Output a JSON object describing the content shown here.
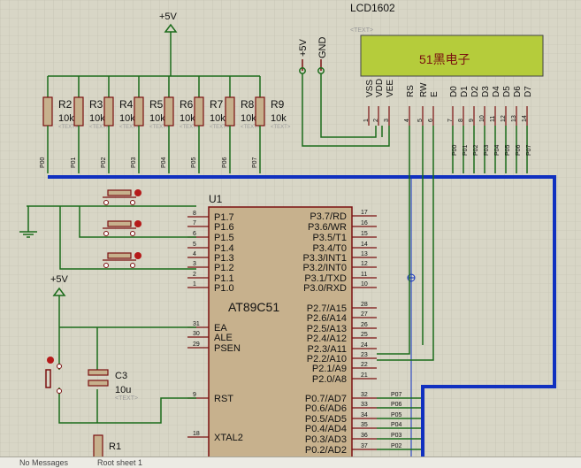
{
  "lcd": {
    "name": "LCD1602",
    "text_placeholder": "<TEXT>",
    "display_text": "51黑电子",
    "pins": [
      "VSS",
      "VDD",
      "VEE",
      "RS",
      "RW",
      "E",
      "D0",
      "D1",
      "D2",
      "D3",
      "D4",
      "D5",
      "D6",
      "D7"
    ],
    "pin_numbers": [
      "1",
      "2",
      "3",
      "4",
      "5",
      "6",
      "7",
      "8",
      "9",
      "10",
      "11",
      "12",
      "13",
      "14"
    ]
  },
  "power": {
    "vcc_label": "+5V",
    "gnd_label": "GND",
    "vcc_reset_label": "+5V"
  },
  "resistors": {
    "names": [
      "R2",
      "R3",
      "R4",
      "R5",
      "R6",
      "R7",
      "R8",
      "R9"
    ],
    "values": [
      "10k",
      "10k",
      "10k",
      "10k",
      "10k",
      "10k",
      "10k",
      "10k"
    ],
    "nets": [
      "P00",
      "P01",
      "P02",
      "P03",
      "P04",
      "P05",
      "P06",
      "P07"
    ],
    "text_placeholder": "<TEXT>"
  },
  "lcd_nets": [
    "P00",
    "P01",
    "P02",
    "P03",
    "P04",
    "P05",
    "P06",
    "P07"
  ],
  "mcu": {
    "ref": "U1",
    "part": "AT89C51",
    "left_pins": [
      {
        "num": "8",
        "name": "P1.7"
      },
      {
        "num": "7",
        "name": "P1.6"
      },
      {
        "num": "6",
        "name": "P1.5"
      },
      {
        "num": "5",
        "name": "P1.4"
      },
      {
        "num": "4",
        "name": "P1.3"
      },
      {
        "num": "3",
        "name": "P1.2"
      },
      {
        "num": "2",
        "name": "P1.1"
      },
      {
        "num": "1",
        "name": "P1.0"
      },
      {
        "num": "31",
        "name": "EA"
      },
      {
        "num": "30",
        "name": "ALE"
      },
      {
        "num": "29",
        "name": "PSEN"
      },
      {
        "num": "9",
        "name": "RST"
      },
      {
        "num": "18",
        "name": "XTAL2"
      }
    ],
    "right_pins": [
      {
        "num": "17",
        "name": "P3.7/RD"
      },
      {
        "num": "16",
        "name": "P3.6/WR"
      },
      {
        "num": "15",
        "name": "P3.5/T1"
      },
      {
        "num": "14",
        "name": "P3.4/T0"
      },
      {
        "num": "13",
        "name": "P3.3/INT1"
      },
      {
        "num": "12",
        "name": "P3.2/INT0"
      },
      {
        "num": "11",
        "name": "P3.1/TXD"
      },
      {
        "num": "10",
        "name": "P3.0/RXD"
      },
      {
        "num": "28",
        "name": "P2.7/A15"
      },
      {
        "num": "27",
        "name": "P2.6/A14"
      },
      {
        "num": "26",
        "name": "P2.5/A13"
      },
      {
        "num": "25",
        "name": "P2.4/A12"
      },
      {
        "num": "24",
        "name": "P2.3/A11"
      },
      {
        "num": "23",
        "name": "P2.2/A10"
      },
      {
        "num": "22",
        "name": "P2.1/A9"
      },
      {
        "num": "21",
        "name": "P2.0/A8"
      },
      {
        "num": "32",
        "name": "P0.7/AD7"
      },
      {
        "num": "33",
        "name": "P0.6/AD6"
      },
      {
        "num": "34",
        "name": "P0.5/AD5"
      },
      {
        "num": "35",
        "name": "P0.4/AD4"
      },
      {
        "num": "36",
        "name": "P0.3/AD3"
      },
      {
        "num": "37",
        "name": "P0.2/AD2"
      }
    ],
    "p0_nets": [
      "P07",
      "P06",
      "P05",
      "P04",
      "P03",
      "P02"
    ]
  },
  "reset": {
    "cap_name": "C3",
    "cap_value": "10u",
    "res_name": "R1",
    "text_placeholder": "<TEXT>"
  },
  "status_bar": {
    "left": "No Messages",
    "right": "Root sheet 1"
  }
}
